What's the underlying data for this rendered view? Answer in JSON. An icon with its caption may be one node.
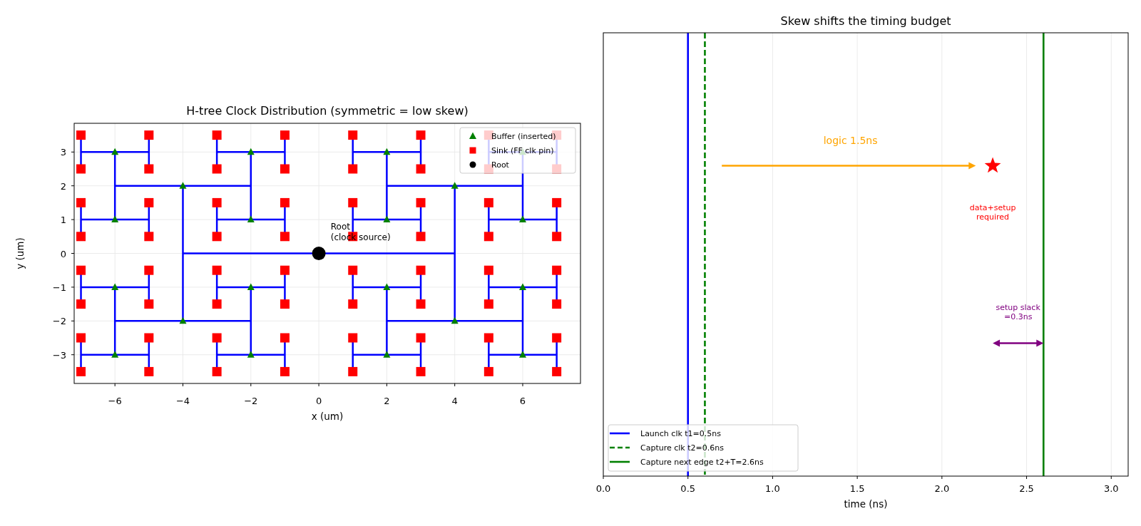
{
  "diagram": {
    "labels": [
      "H-tree Clock Distribution (symmetric = low skew)",
      "3",
      "2",
      "1",
      "0",
      "−1",
      "−2",
      "−3",
      "y (um)",
      "Root (clock source)",
      "−6",
      "−4",
      "−2",
      "0",
      "2",
      "4",
      "6",
      "x (um)",
      "Skew shifts the timing budget",
      "logic 1.5ns",
      "data+setup required",
      "setup slack =0.3ns",
      "0.0",
      "0.5",
      "1.0",
      "1.5",
      "2.0",
      "2.5",
      "3.0",
      "time (ns)"
    ],
    "legend": [
      {
        "text": "Buffer (inserted)"
      },
      {
        "text": "Sink (FF clk pin)"
      },
      {
        "text": "Root"
      },
      {
        "text": "Launch clk t1=0.5ns"
      },
      {
        "text": "Capture clk t2=0.6ns"
      },
      {
        "text": "Capture next edge t2+T=2.6ns"
      }
    ]
  }
}
